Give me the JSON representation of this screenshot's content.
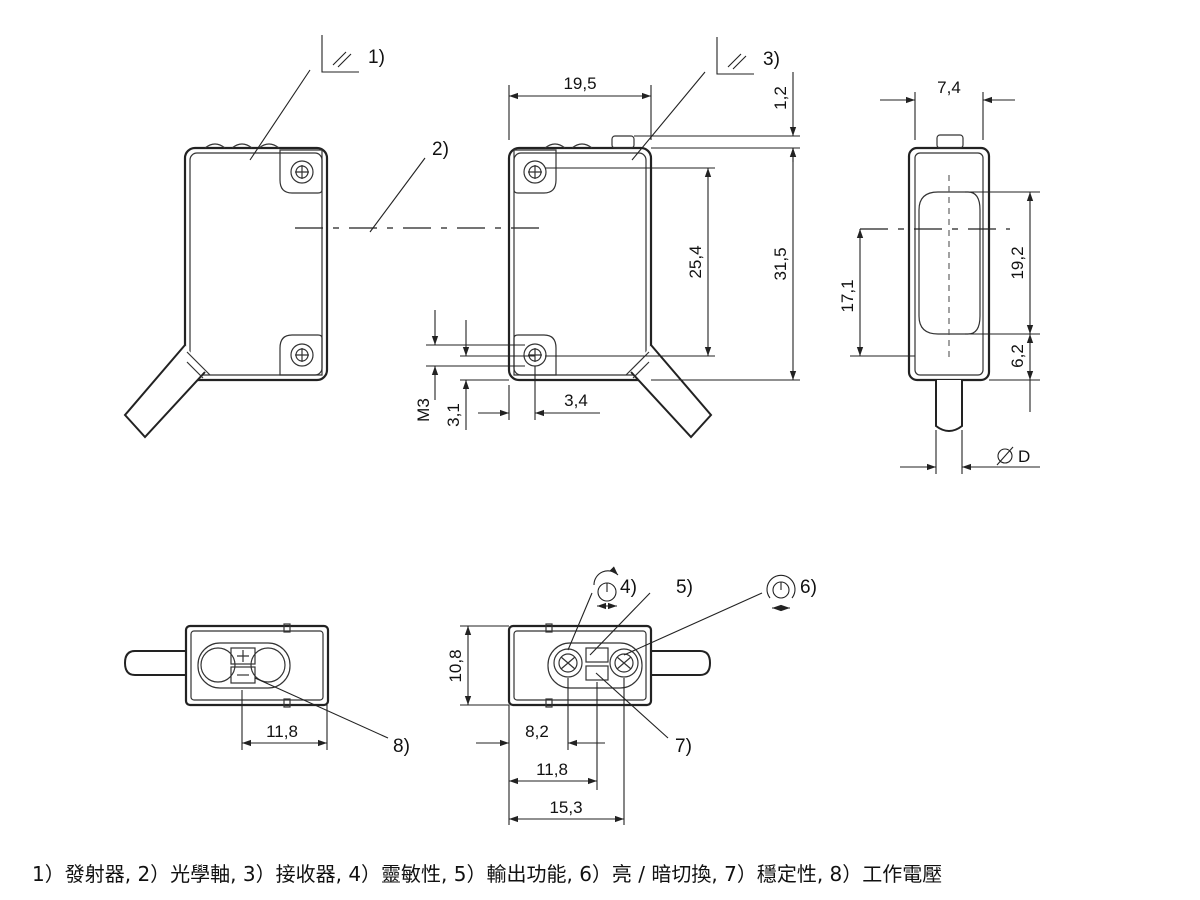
{
  "dimensions": {
    "front_width": "19,5",
    "top_offset": "1,2",
    "hole_spacing": "25,4",
    "total_height": "31,5",
    "side_width": "7,4",
    "lens_height": "19,2",
    "axis_height": "17,1",
    "lens_bottom": "6,2",
    "cable_diameter": "D",
    "thread": "M3",
    "hole_offset_y": "3,1",
    "hole_offset_x": "3,4",
    "bottom_left_width": "11,8",
    "bottom_height": "10,8",
    "pot_offset": "8,2",
    "pot_spacing": "11,8",
    "bottom_width": "15,3"
  },
  "callouts": [
    "1)",
    "2)",
    "3)",
    "4)",
    "5)",
    "6)",
    "7)",
    "8)"
  ],
  "caption": "1）發射器, 2）光學軸, 3）接收器, 4）靈敏性, 5）輸出功能, 6）亮 / 暗切換, 7）穩定性, 8）工作電壓"
}
